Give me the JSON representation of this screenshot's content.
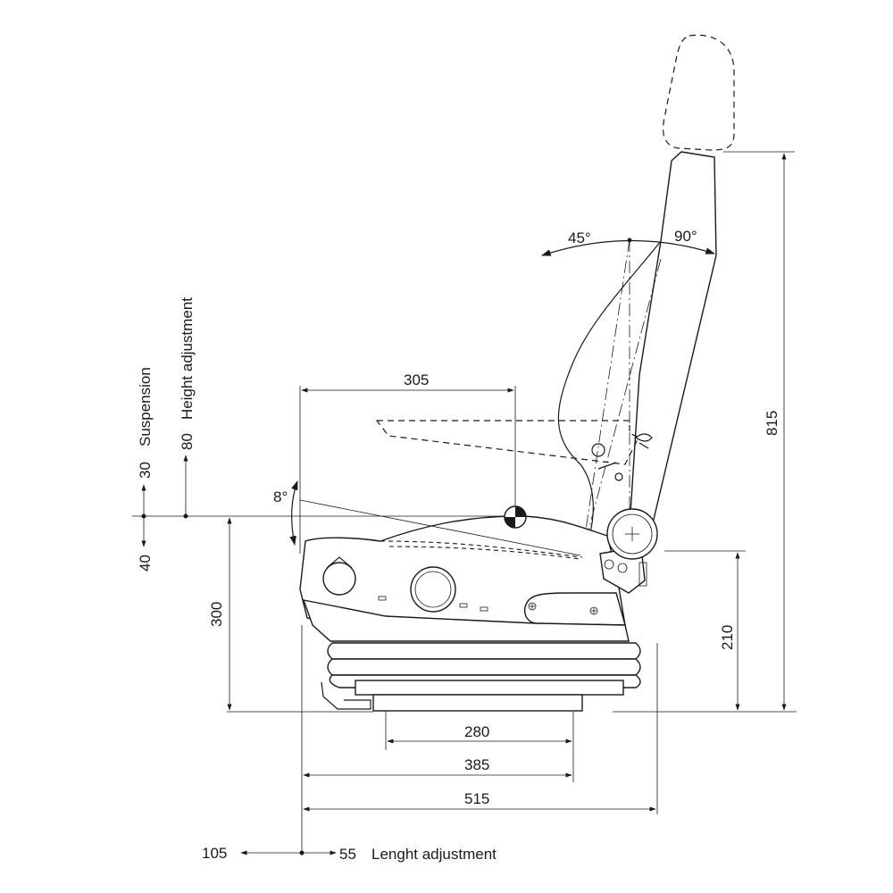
{
  "dimensions": {
    "backrest_top_height": "815",
    "seat_depth_to_cog": "305",
    "seat_height": "300",
    "base_height": "210",
    "base_width_280": "280",
    "base_width_385": "385",
    "overall_depth": "515",
    "length_adjust_back": "105",
    "length_adjust_fwd": "55",
    "suspension_up": "30",
    "suspension_down": "40",
    "height_adjust": "80"
  },
  "angles": {
    "backrest_forward": "45°",
    "backrest_back": "90°",
    "seat_tilt": "8°"
  },
  "labels": {
    "suspension": "Suspension",
    "height_adjustment": "Height adjustment",
    "length_adjustment": "Lenght adjustment"
  }
}
